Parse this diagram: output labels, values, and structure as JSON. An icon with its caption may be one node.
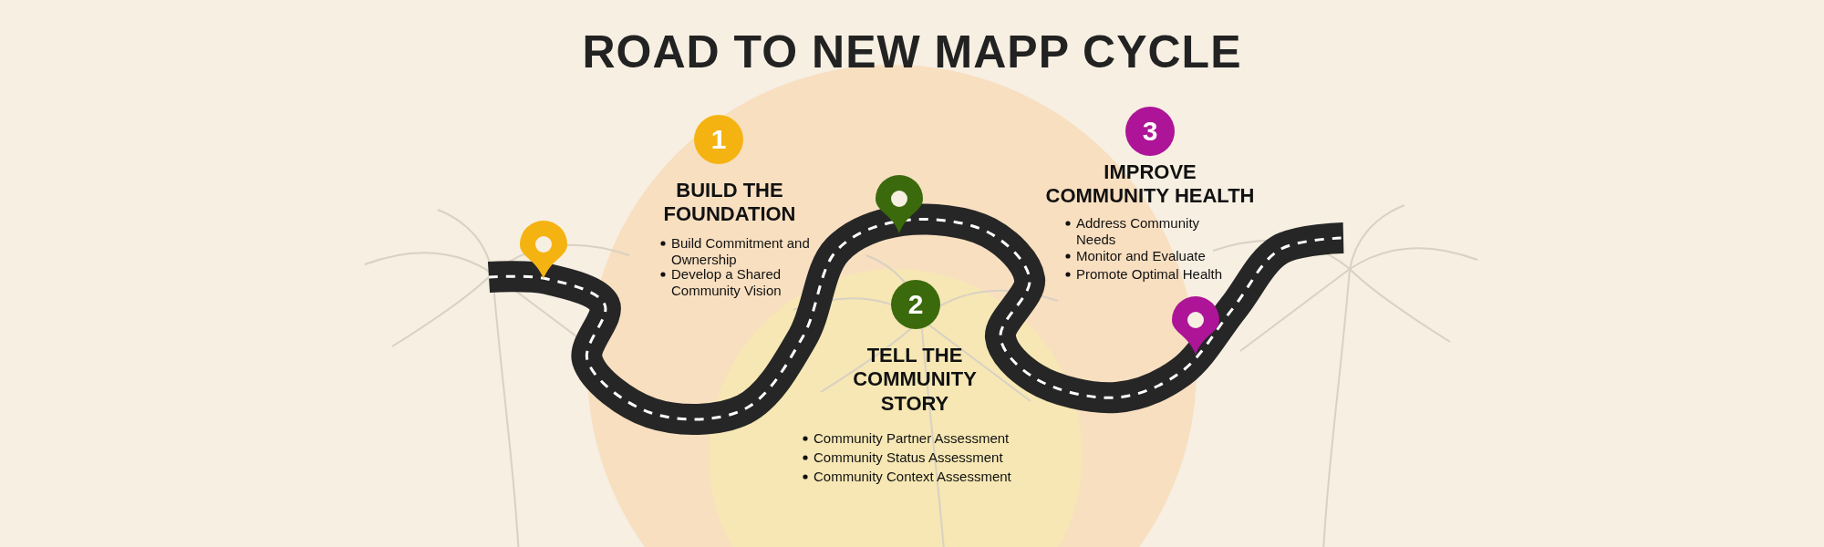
{
  "diagram": {
    "title": "ROAD TO NEW MAPP CYCLE",
    "nodes": [
      {
        "text": [
          "1"
        ],
        "beside": [
          "BUILD THE FOUNDATION"
        ]
      },
      {
        "text": [
          "2"
        ],
        "beside": [
          "TELL THE COMMUNITY STORY"
        ]
      },
      {
        "text": [
          "3"
        ],
        "beside": [
          "IMPROVE COMMUNITY HEALTH"
        ]
      }
    ],
    "edges": [],
    "labels": [
      "Build Commitment and Ownership",
      "Develop a Shared Community Vision",
      "Community Partner Assessment",
      "Community Status Assessment",
      "Community Context Assessment",
      "Address Community Needs",
      "Monitor and Evaluate",
      "Promote Optimal Health"
    ]
  }
}
